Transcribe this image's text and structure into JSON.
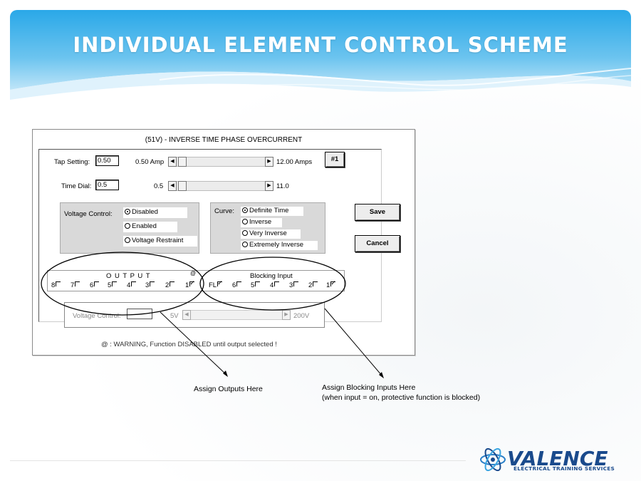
{
  "slide": {
    "title": "INDIVIDUAL ELEMENT CONTROL SCHEME",
    "colors": {
      "banner_top": "#2aa8e8",
      "banner_bottom": "#bfe5f8",
      "logo_blue": "#1a4a8c"
    }
  },
  "dialog": {
    "title": "(51V) - INVERSE TIME PHASE OVERCURRENT",
    "tap_setting": {
      "label": "Tap Setting:",
      "value": "0.50",
      "min_label": "0.50 Amp",
      "max_label": "12.00 Amps",
      "button": "#1"
    },
    "time_dial": {
      "label": "Time Dial:",
      "value": "0.5",
      "min_label": "0.5",
      "max_label": "11.0"
    },
    "voltage_control": {
      "label": "Voltage Control:",
      "options": [
        {
          "label": "Disabled",
          "selected": true
        },
        {
          "label": "Enabled",
          "selected": false
        },
        {
          "label": "Voltage Restraint",
          "selected": false
        }
      ]
    },
    "curve": {
      "label": "Curve:",
      "options": [
        {
          "label": "Definite Time",
          "selected": true
        },
        {
          "label": "Inverse",
          "selected": false
        },
        {
          "label": "Very Inverse",
          "selected": false
        },
        {
          "label": "Extremely Inverse",
          "selected": false
        }
      ]
    },
    "save_button": "Save",
    "cancel_button": "Cancel",
    "output": {
      "title": "O U T P U T",
      "marker": "@",
      "items": [
        {
          "label": "8",
          "checked": false
        },
        {
          "label": "7",
          "checked": false
        },
        {
          "label": "6",
          "checked": false
        },
        {
          "label": "5",
          "checked": false
        },
        {
          "label": "4",
          "checked": false
        },
        {
          "label": "3",
          "checked": false
        },
        {
          "label": "2",
          "checked": false
        },
        {
          "label": "1",
          "checked": true
        }
      ]
    },
    "blocking": {
      "title": "Blocking Input",
      "items": [
        {
          "label": "FL",
          "checked": true
        },
        {
          "label": "6",
          "checked": false
        },
        {
          "label": "5",
          "checked": false
        },
        {
          "label": "4",
          "checked": false
        },
        {
          "label": "3",
          "checked": false
        },
        {
          "label": "2",
          "checked": false
        },
        {
          "label": "1",
          "checked": true
        }
      ]
    },
    "voltage_control_bottom": {
      "label": "Voltage Control:",
      "value": "",
      "min_label": "5V",
      "max_label": "200V"
    },
    "warning": "@ : WARNING, Function DISABLED until output selected !"
  },
  "annotations": {
    "outputs": "Assign Outputs Here",
    "blocking_line1": "Assign Blocking Inputs Here",
    "blocking_line2": "(when input = on, protective function is blocked)"
  },
  "logo": {
    "name": "VALENCE",
    "subtitle": "ELECTRICAL TRAINING SERVICES"
  }
}
